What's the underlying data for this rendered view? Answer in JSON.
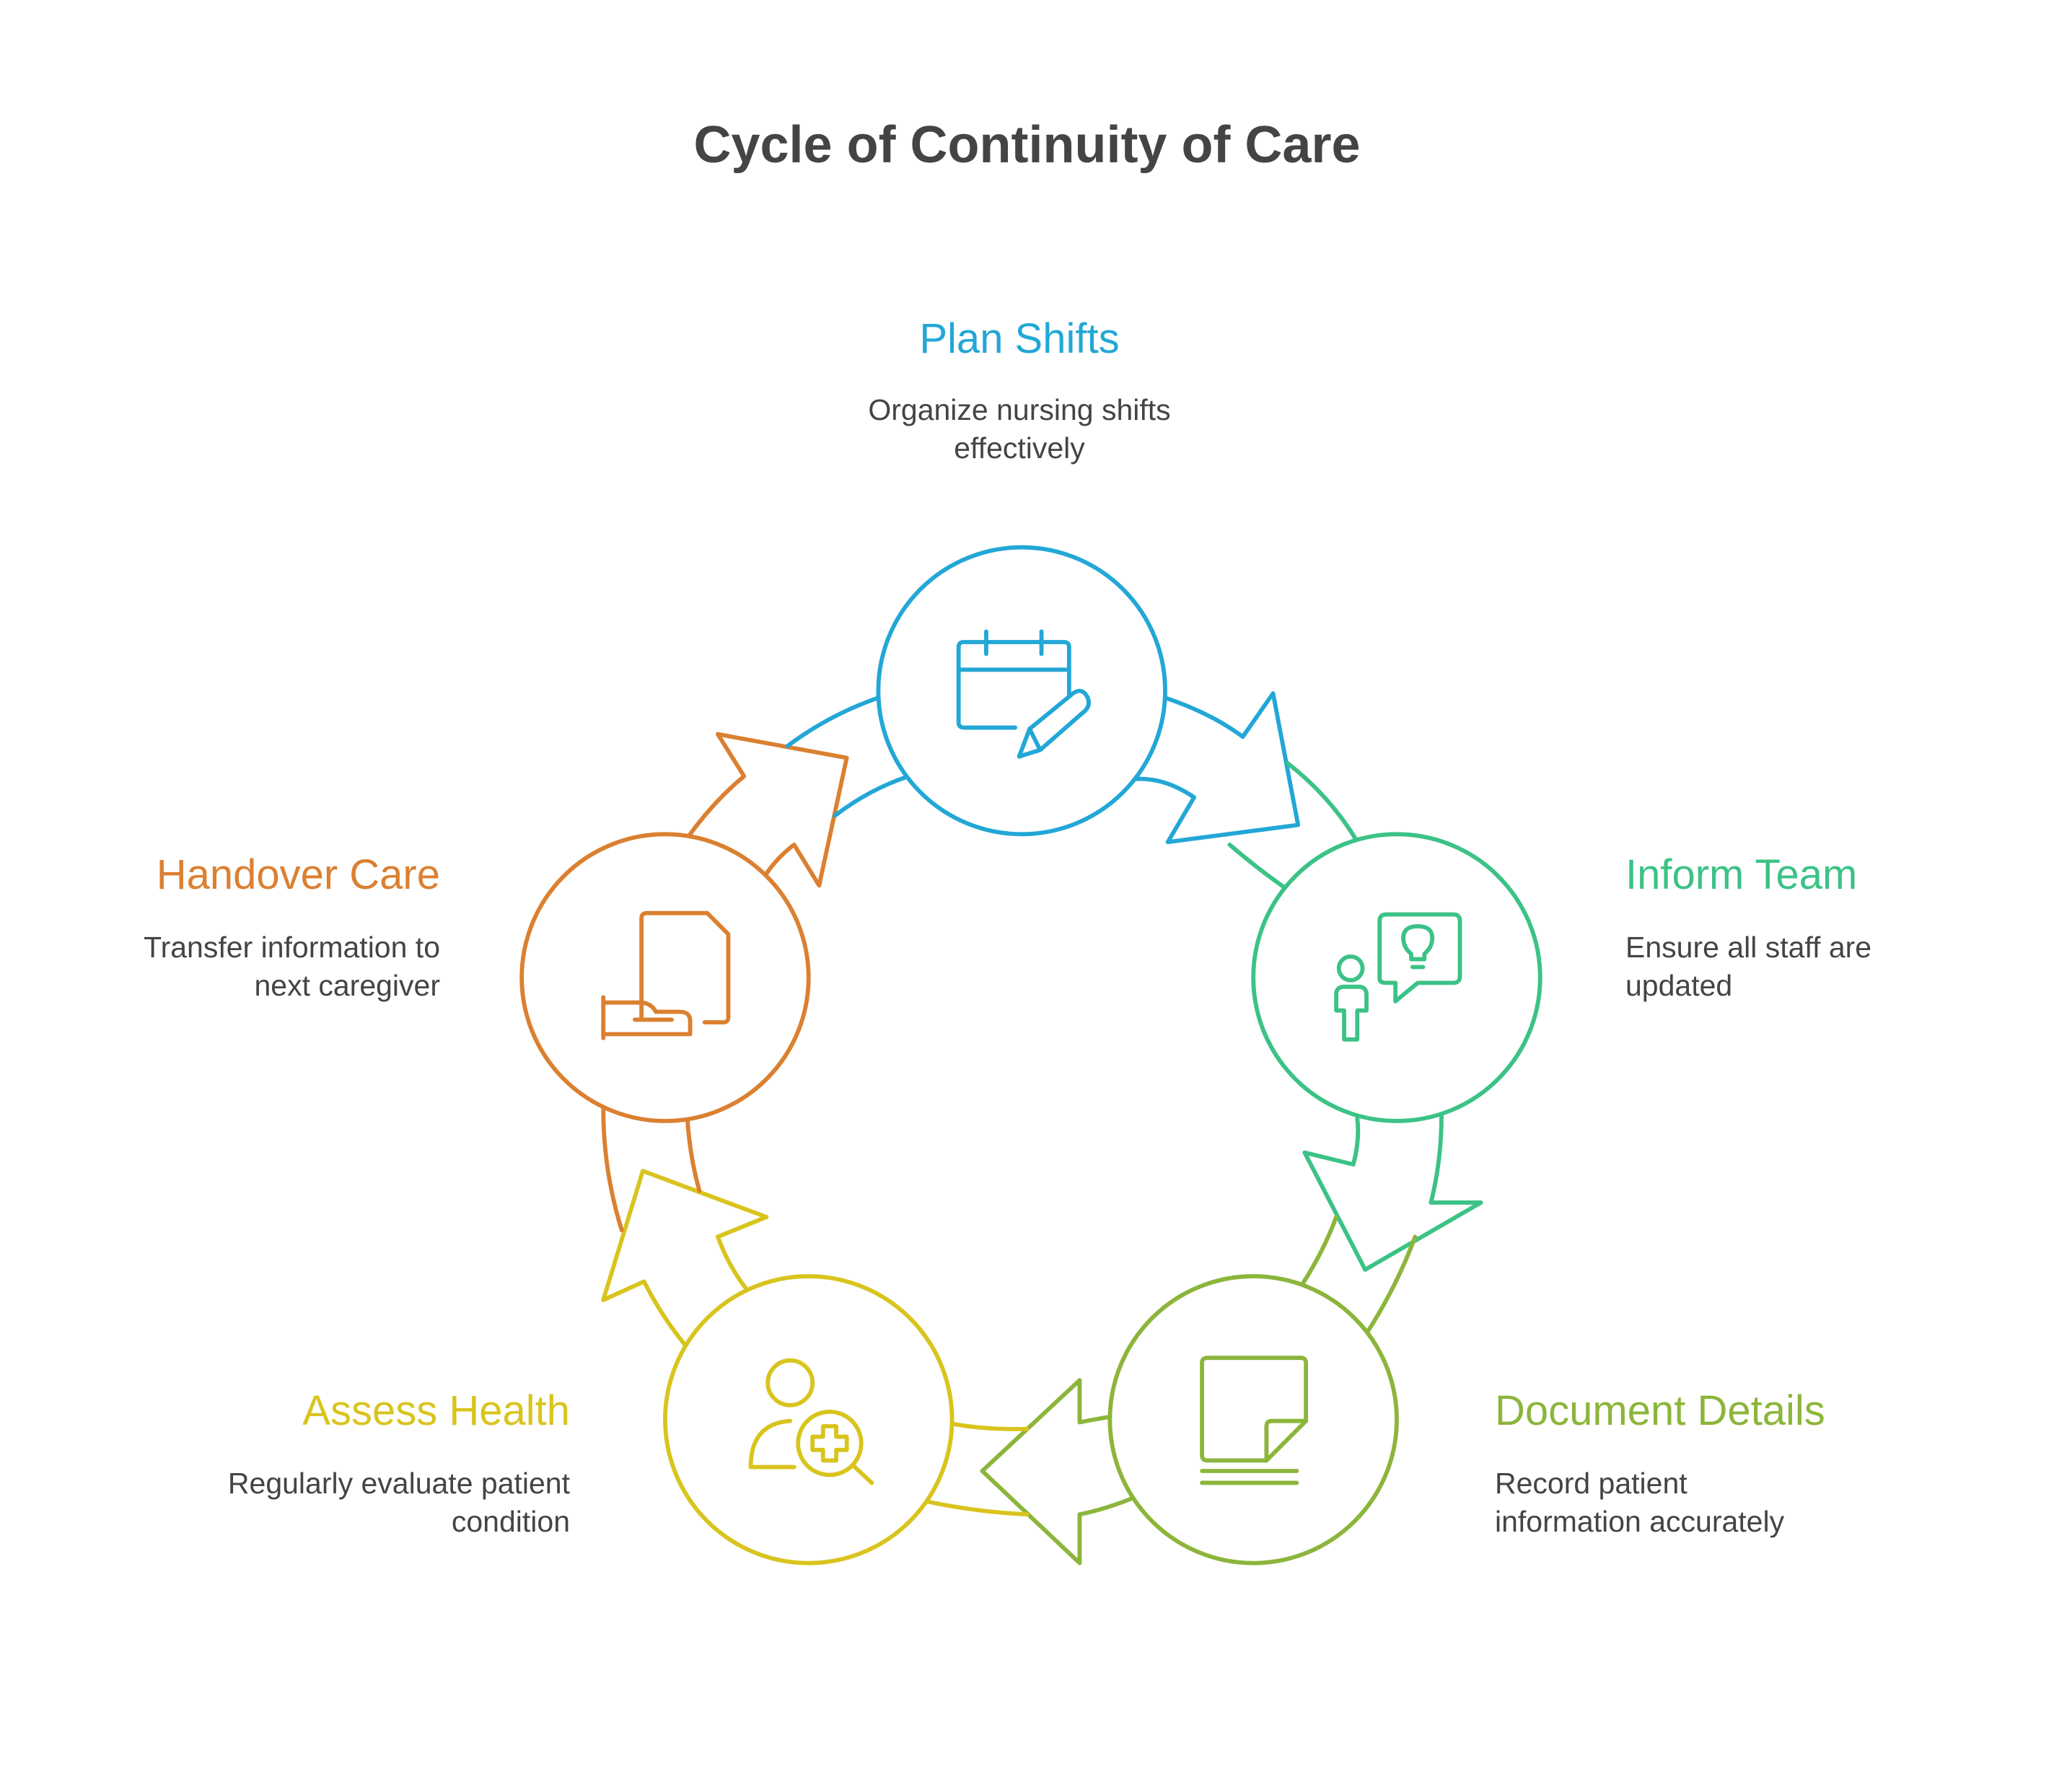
{
  "title": "Cycle of Continuity of Care",
  "steps": [
    {
      "id": "plan-shifts",
      "title": "Plan Shifts",
      "line1": "Organize nursing shifts",
      "line2": "effectively",
      "color": "#22A7D6",
      "icon": "calendar-pencil-icon"
    },
    {
      "id": "inform-team",
      "title": "Inform Team",
      "line1": "Ensure all staff are",
      "line2": "updated",
      "color": "#3CC286",
      "icon": "person-idea-bubble-icon"
    },
    {
      "id": "document-details",
      "title": "Document Details",
      "line1": "Record patient",
      "line2": "information accurately",
      "color": "#8CB53B",
      "icon": "sticky-note-icon"
    },
    {
      "id": "assess-health",
      "title": "Assess Health",
      "line1": "Regularly evaluate patient",
      "line2": "condition",
      "color": "#D9C41E",
      "icon": "person-medical-search-icon"
    },
    {
      "id": "handover-care",
      "title": "Handover Care",
      "line1": "Transfer information to",
      "line2": "next caregiver",
      "color": "#DB8031",
      "icon": "hand-document-icon"
    }
  ]
}
